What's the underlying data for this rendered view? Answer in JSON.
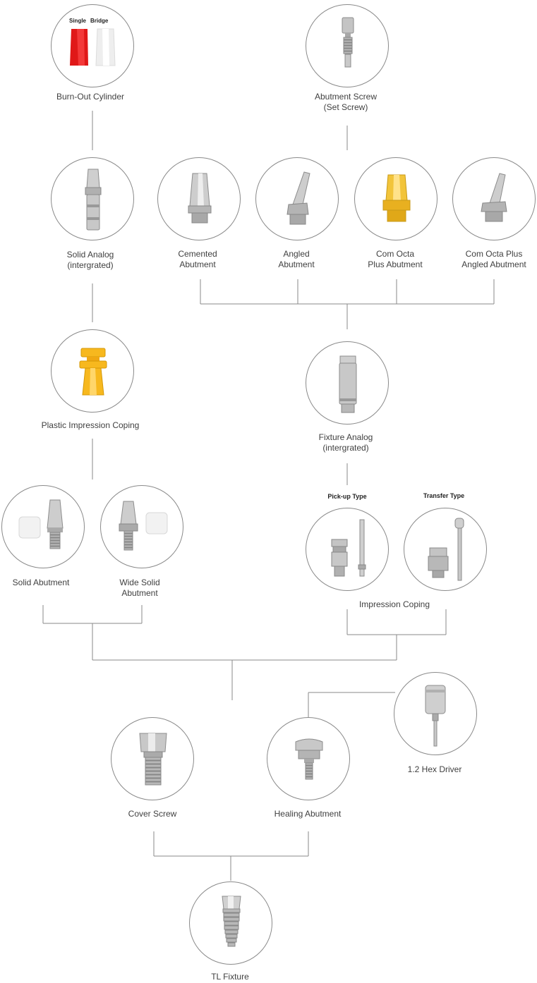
{
  "nodes": {
    "burnout": {
      "title": "Burn-Out Cylinder",
      "sub1": "Single",
      "sub2": "Bridge"
    },
    "abutment_screw": {
      "line1": "Abutment Screw",
      "line2": "(Set Screw)"
    },
    "solid_analog": {
      "line1": "Solid Analog",
      "line2": "(intergrated)"
    },
    "cemented": {
      "line1": "Cemented",
      "line2": "Abutment"
    },
    "angled": {
      "line1": "Angled",
      "line2": "Abutment"
    },
    "comocta": {
      "line1": "Com Octa",
      "line2": "Plus Abutment"
    },
    "comocta_angled": {
      "line1": "Com Octa Plus",
      "line2": "Angled Abutment"
    },
    "plastic_coping": {
      "title": "Plastic Impression Coping"
    },
    "fixture_analog": {
      "line1": "Fixture Analog",
      "line2": "(intergrated)"
    },
    "pickup": {
      "title": "Pick-up Type"
    },
    "transfer": {
      "title": "Transfer Type"
    },
    "impression_coping": {
      "title": "Impression Coping"
    },
    "solid_abutment": {
      "title": "Solid Abutment"
    },
    "wide_solid": {
      "line1": "Wide Solid",
      "line2": "Abutment"
    },
    "cover_screw": {
      "title": "Cover Screw"
    },
    "healing": {
      "title": "Healing Abutment"
    },
    "hex_driver": {
      "title": "1.2 Hex Driver"
    },
    "tl_fixture": {
      "title": "TL Fixture"
    }
  },
  "colors": {
    "line": "#8a8a8a",
    "metal_light": "#d8d8d8",
    "metal_dark": "#8c8c8c",
    "gold": "#f2c43a",
    "red": "#e82020",
    "yellow": "#f7b81e"
  }
}
